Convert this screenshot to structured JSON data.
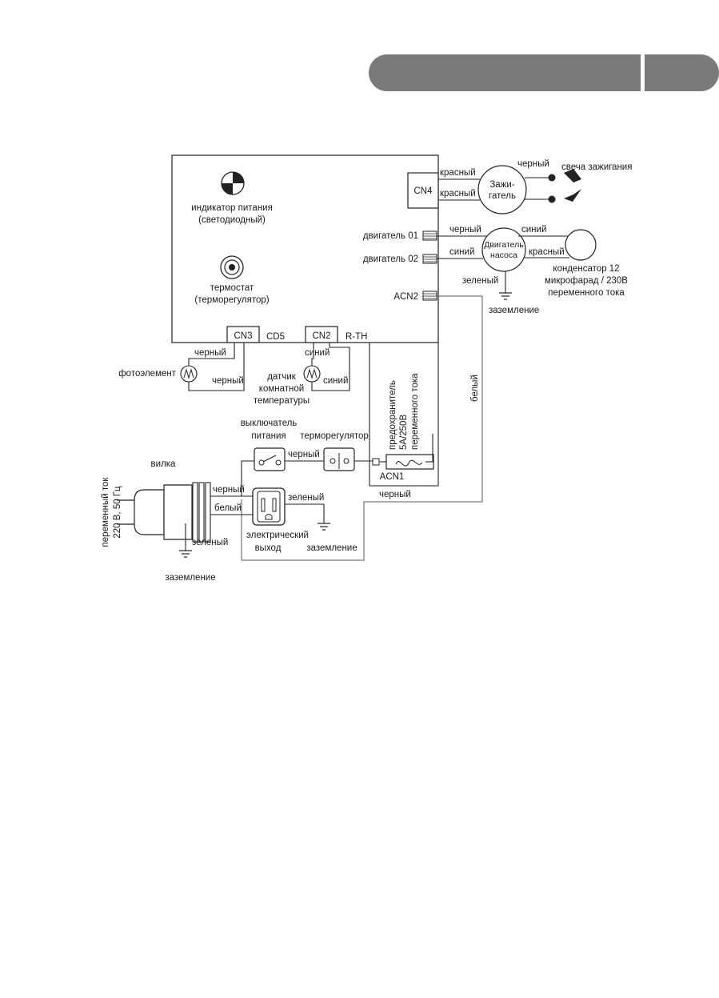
{
  "labels": {
    "power_indicator_1": "индикатор питания",
    "power_indicator_2": "(светодиодный)",
    "thermostat_1": "термостат",
    "thermostat_2": "(терморегулятор)",
    "cn4": "CN4",
    "cn3": "CN3",
    "cd5": "CD5",
    "cn2": "CN2",
    "rth": "R-TH",
    "motor01": "двигатель 01",
    "motor02": "двигатель 02",
    "acn2": "ACN2",
    "acn1": "ACN1",
    "igniter_1": "Зажи-",
    "igniter_2": "гатель",
    "spark_plug": "свеча зажигания",
    "pump_motor_1": "Двигатель",
    "pump_motor_2": "насоса",
    "capacitor_1": "конденсатор 12",
    "capacitor_2": "микрофарад / 230В",
    "capacitor_3": "переменного тока",
    "ground": "заземление",
    "photocell": "фотоэлемент",
    "room_sensor_1": "датчик",
    "room_sensor_2": "комнатной",
    "room_sensor_3": "температуры",
    "fuse_1": "предохранитель",
    "fuse_2": "5А/250В",
    "fuse_3": "переменного тока",
    "power_switch_1": "выключатель",
    "power_switch_2": "питания",
    "thermoregulator": "терморегулятор",
    "plug": "вилка",
    "ac_1": "переменный ток",
    "ac_2": "220 В, 50 Гц",
    "outlet_1": "электрический",
    "outlet_2": "выход"
  },
  "wires": {
    "red": "красный",
    "black": "черный",
    "blue": "синий",
    "green": "зеленый",
    "white": "белый"
  },
  "colors": {
    "header": "#7a7a7a",
    "line": "#222222"
  }
}
